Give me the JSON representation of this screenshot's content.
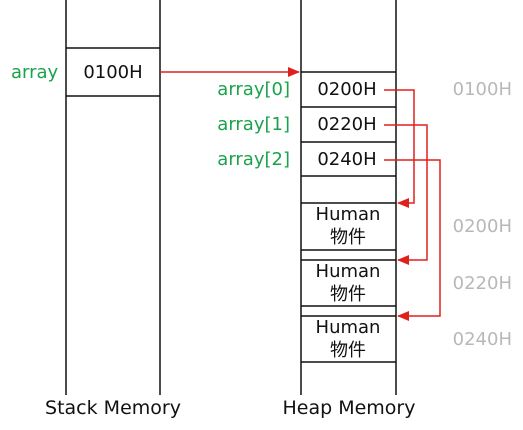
{
  "stack": {
    "caption": "Stack Memory",
    "variable_label": "array",
    "variable_value": "0100H"
  },
  "heap": {
    "caption": "Heap Memory",
    "array_base_address": "0100H",
    "array_entries": [
      {
        "label": "array[0]",
        "value": "0200H"
      },
      {
        "label": "array[1]",
        "value": "0220H"
      },
      {
        "label": "array[2]",
        "value": "0240H"
      }
    ],
    "objects": [
      {
        "line1": "Human",
        "line2": "物件",
        "address": "0200H"
      },
      {
        "line1": "Human",
        "line2": "物件",
        "address": "0220H"
      },
      {
        "line1": "Human",
        "line2": "物件",
        "address": "0240H"
      }
    ]
  },
  "colors": {
    "arrow": "#e0201c",
    "label_green": "#1aa34a",
    "address_gray": "#b8b8b8",
    "lines": "#111111"
  }
}
